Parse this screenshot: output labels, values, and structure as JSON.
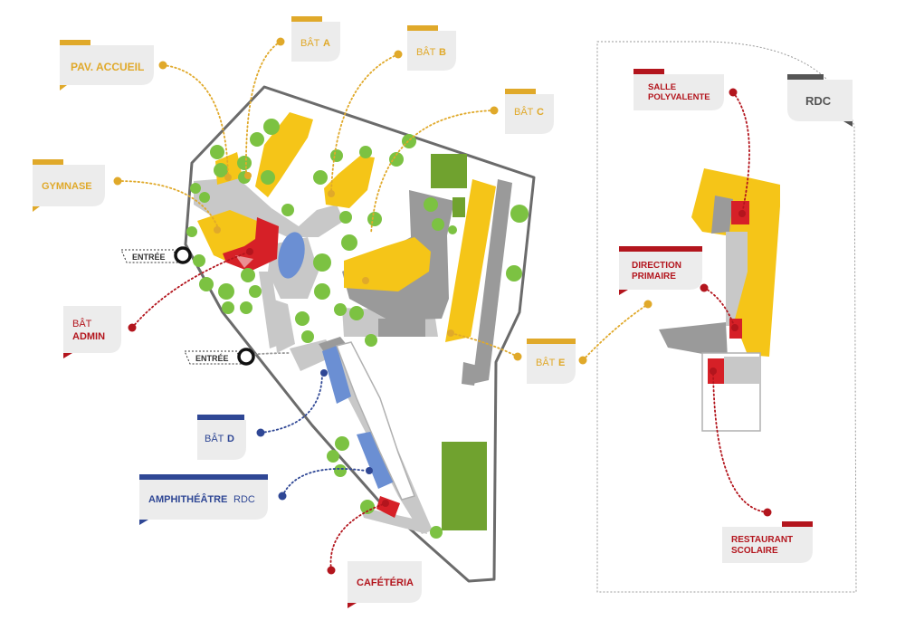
{
  "colors": {
    "yellow": "#f5c518",
    "red": "#d62027",
    "blue": "#3a53a4",
    "light_blue": "#6b8fd3",
    "green": "#70a22f",
    "tree_green": "#7cc242",
    "gray_dark": "#9a9a9a",
    "gray_light": "#c8c8c8",
    "outline": "#6b6b6b",
    "tag_bg": "#ececec",
    "label_yellow": "#e0a92a",
    "label_red": "#b3151d",
    "label_blue": "#2f4795",
    "label_gray": "#555555"
  },
  "labels": {
    "bat_a": {
      "prefix": "BÂT",
      "name": "A"
    },
    "bat_b": {
      "prefix": "BÂT",
      "name": "B"
    },
    "bat_c": {
      "prefix": "BÂT",
      "name": "C"
    },
    "bat_d": {
      "prefix": "BÂT",
      "name": "D"
    },
    "bat_e": {
      "prefix": "BÂT",
      "name": "E"
    },
    "pav_accueil": "PAV. ACCUEIL",
    "gymnase": "GYMNASE",
    "bat_admin": {
      "prefix": "BÂT",
      "name": "ADMIN"
    },
    "amphitheatre": {
      "name": "AMPHITHÉÂTRE",
      "suffix": "RDC"
    },
    "cafeteria": "CAFÉTÉRIA",
    "salle_polyvalente": {
      "line1": "SALLE",
      "line2": "POLYVALENTE"
    },
    "direction_primaire": {
      "line1": "DIRECTION",
      "line2": "PRIMAIRE"
    },
    "restaurant_scolaire": {
      "line1": "RESTAURANT",
      "line2": "SCOLAIRE"
    },
    "rdc": "RDC",
    "entree_1": "ENTRÉE",
    "entree_2": "ENTRÉE"
  }
}
